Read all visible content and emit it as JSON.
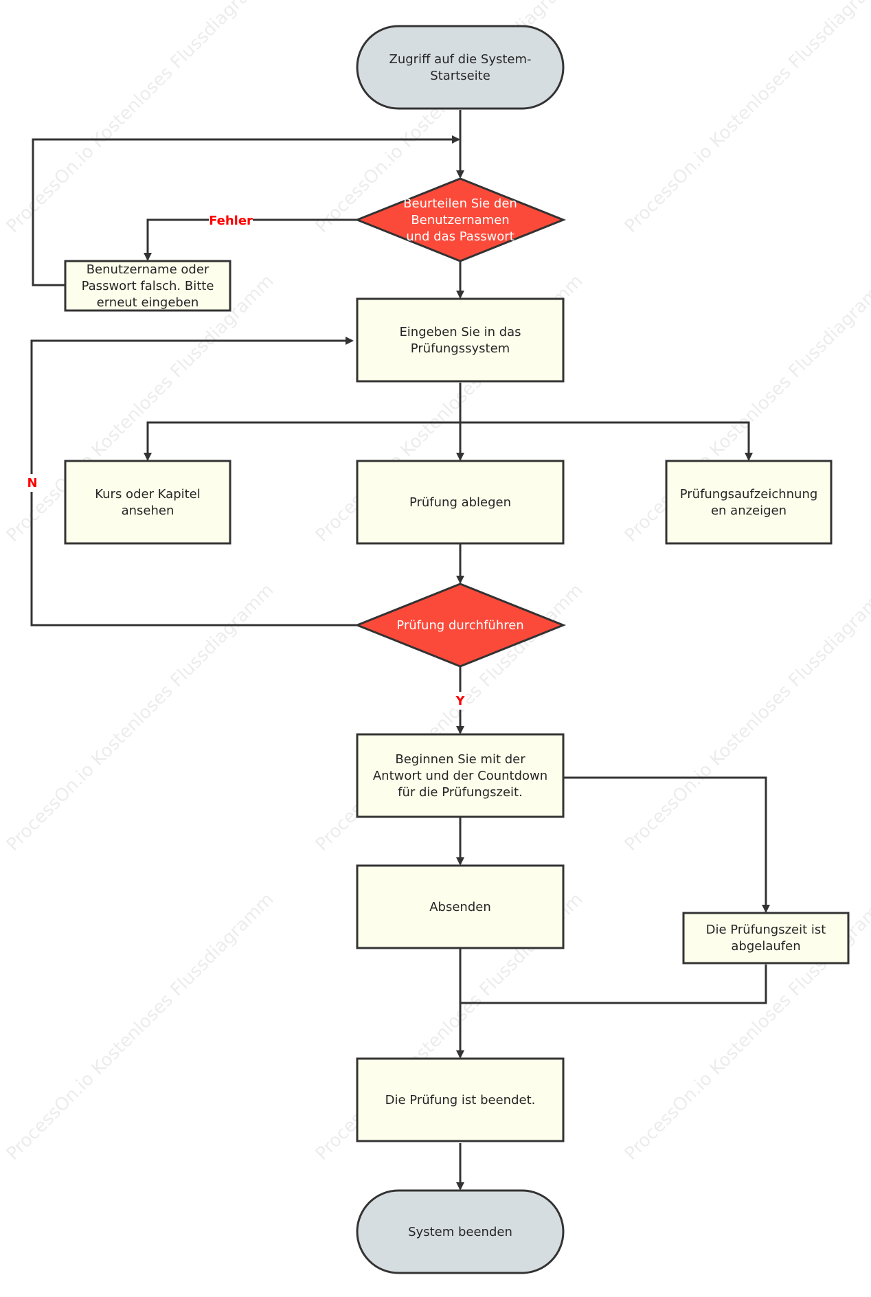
{
  "colors": {
    "terminal_fill": "#d6dde0",
    "process_fill": "#fdfeeb",
    "decision_fill": "#fc4a3a",
    "stroke": "#333333",
    "label_red": "#ff0000"
  },
  "watermark": "ProcessOn.io Kostenloses Flussdiagramm",
  "nodes": {
    "start": [
      "Zugriff auf die System-",
      "Startseite"
    ],
    "check_login": [
      "Beurteilen Sie den",
      "Benutzernamen",
      "und das Passwort"
    ],
    "login_error": [
      "Benutzername oder",
      "Passwort falsch. Bitte",
      "erneut eingeben"
    ],
    "enter_system": [
      "Eingeben Sie in das",
      "Prüfungssystem"
    ],
    "view_course": [
      "Kurs oder Kapitel",
      "ansehen"
    ],
    "take_exam": [
      "Prüfung ablegen"
    ],
    "view_records": [
      "Prüfungsaufzeichnung",
      "en anzeigen"
    ],
    "conduct_exam": [
      "Prüfung durchführen"
    ],
    "start_answer": [
      "Beginnen Sie mit der",
      "Antwort und der Countdown",
      "für die Prüfungszeit."
    ],
    "submit": [
      "Absenden"
    ],
    "time_expired": [
      "Die Prüfungszeit ist",
      "abgelaufen"
    ],
    "exam_finished": [
      "Die Prüfung ist beendet."
    ],
    "exit_system": [
      "System beenden"
    ]
  },
  "edge_labels": {
    "error": "Fehler",
    "no": "N",
    "yes": "Y"
  }
}
